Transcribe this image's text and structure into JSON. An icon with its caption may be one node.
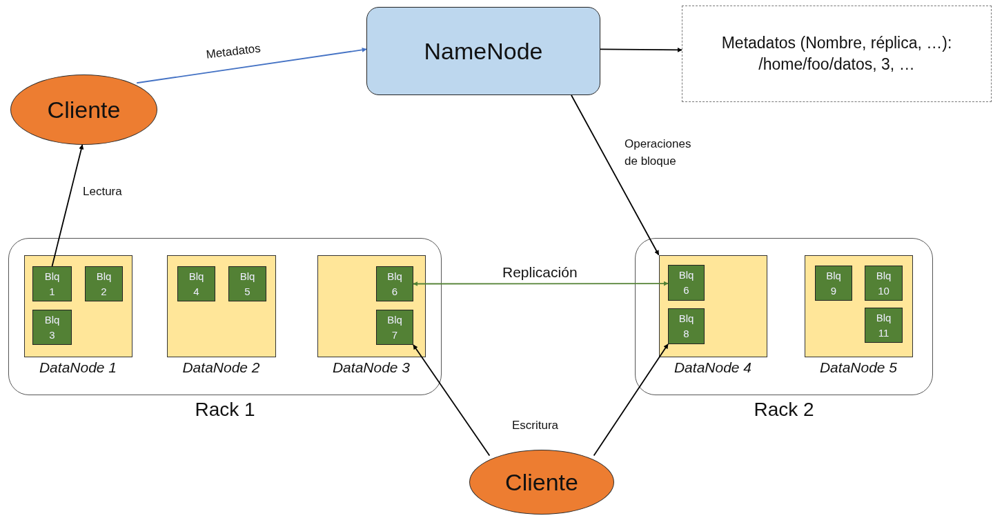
{
  "diagram": {
    "nodes": [
      {
        "text": [
          "Cliente"
        ]
      },
      {
        "text": [
          "NameNode"
        ]
      },
      {
        "text": [
          "Metadatos (Nombre, réplica, …): /home/foo/datos, 3, …"
        ]
      },
      {
        "text": [
          "Rack 1"
        ]
      },
      {
        "text": [
          "DataNode 1"
        ],
        "in": 3
      },
      {
        "text": [
          "Blq 1"
        ],
        "in": 4
      },
      {
        "text": [
          "Blq 2"
        ],
        "in": 4
      },
      {
        "text": [
          "Blq 3"
        ],
        "in": 4
      },
      {
        "text": [
          "DataNode 2"
        ],
        "in": 3
      },
      {
        "text": [
          "Blq 4"
        ],
        "in": 8
      },
      {
        "text": [
          "Blq 5"
        ],
        "in": 8
      },
      {
        "text": [
          "DataNode 3"
        ],
        "in": 3
      },
      {
        "text": [
          "Blq 6"
        ],
        "in": 11
      },
      {
        "text": [
          "Blq 7"
        ],
        "in": 11
      },
      {
        "text": [
          "Rack 2"
        ]
      },
      {
        "text": [
          "DataNode 4"
        ],
        "in": 14
      },
      {
        "text": [
          "Blq 6"
        ],
        "in": 15
      },
      {
        "text": [
          "Blq 8"
        ],
        "in": 15
      },
      {
        "text": [
          "DataNode 5"
        ],
        "in": 14
      },
      {
        "text": [
          "Blq 9"
        ],
        "in": 18
      },
      {
        "text": [
          "Blq 10"
        ],
        "in": 18
      },
      {
        "text": [
          "Blq 11"
        ],
        "in": 18
      },
      {
        "text": [
          "Cliente"
        ]
      }
    ],
    "edges": [
      {
        "from": 0,
        "to": 1,
        "arrow": "to",
        "label": "Metadatos",
        "color": "#4472c4"
      },
      {
        "from": 1,
        "to": 2,
        "arrow": "to"
      },
      {
        "from": 1,
        "to": 15,
        "arrow": "to",
        "label": "Operaciones de bloque"
      },
      {
        "from": 5,
        "to": 0,
        "arrow": "to",
        "label": "Lectura"
      },
      {
        "from": 12,
        "to": 16,
        "arrow": "both",
        "label": "Replicación",
        "color": "#548235"
      },
      {
        "from": 22,
        "to": 13,
        "arrow": "to"
      },
      {
        "from": 22,
        "to": 17,
        "arrow": "to"
      }
    ],
    "labels": [
      "Escritura"
    ]
  }
}
